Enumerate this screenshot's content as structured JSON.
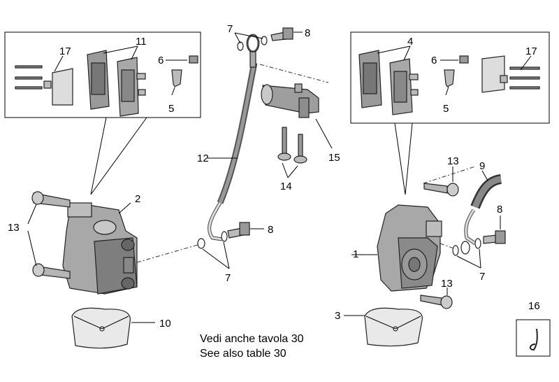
{
  "diagram": {
    "callouts": {
      "c1": "1",
      "c2": "2",
      "c3": "3",
      "c4": "4",
      "c5a": "5",
      "c5b": "5",
      "c6a": "6",
      "c6b": "6",
      "c7a": "7",
      "c7b": "7",
      "c7c": "7",
      "c8a": "8",
      "c8b": "8",
      "c8c": "8",
      "c9": "9",
      "c10": "10",
      "c11": "11",
      "c12": "12",
      "c13a": "13",
      "c13b": "13",
      "c13c": "13",
      "c14": "14",
      "c15": "15",
      "c16": "16",
      "c17a": "17",
      "c17b": "17"
    },
    "note_line1": "Vedi anche tavola 30",
    "note_line2": "See also table 30"
  },
  "colors": {
    "metal_dark": "#7a7a7a",
    "metal_mid": "#a8a8a8",
    "metal_light": "#d4d4d4",
    "outline": "#222222"
  }
}
